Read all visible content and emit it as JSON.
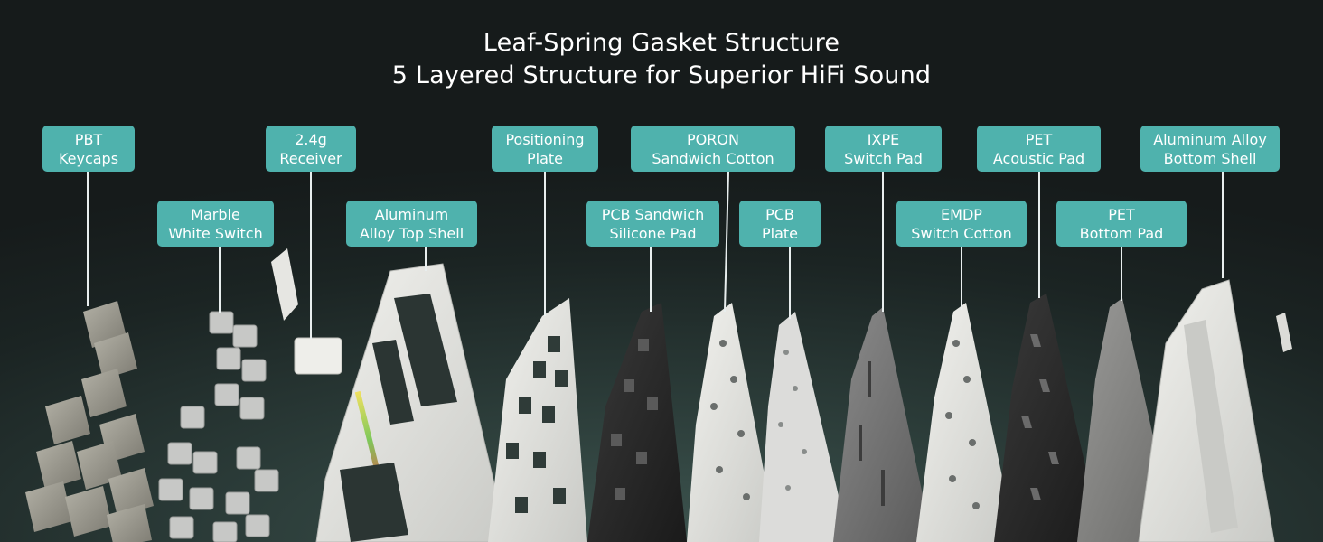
{
  "title": {
    "line1": "Leaf-Spring Gasket Structure",
    "line2": "5 Layered Structure for Superior HiFi Sound"
  },
  "labels": [
    {
      "id": "pbt-keycaps",
      "line1": "PBT",
      "line2": "Keycaps"
    },
    {
      "id": "marble-white-switch",
      "line1": "Marble",
      "line2": "White Switch"
    },
    {
      "id": "receiver",
      "line1": "2.4g",
      "line2": "Receiver"
    },
    {
      "id": "aluminum-alloy-top-shell",
      "line1": "Aluminum",
      "line2": "Alloy Top Shell"
    },
    {
      "id": "positioning-plate",
      "line1": "Positioning",
      "line2": "Plate"
    },
    {
      "id": "pcb-sandwich-silicone-pad",
      "line1": "PCB Sandwich",
      "line2": "Silicone Pad"
    },
    {
      "id": "poron-sandwich-cotton",
      "line1": "PORON",
      "line2": "Sandwich Cotton"
    },
    {
      "id": "pcb-plate",
      "line1": "PCB",
      "line2": "Plate"
    },
    {
      "id": "ixpe-switch-pad",
      "line1": "IXPE",
      "line2": "Switch Pad"
    },
    {
      "id": "emdp-switch-cotton",
      "line1": "EMDP",
      "line2": "Switch Cotton"
    },
    {
      "id": "pet-acoustic-pad",
      "line1": "PET",
      "line2": "Acoustic Pad"
    },
    {
      "id": "pet-bottom-pad",
      "line1": "PET",
      "line2": "Bottom Pad"
    },
    {
      "id": "aluminum-alloy-bottom-shell",
      "line1": "Aluminum Alloy",
      "line2": "Bottom Shell"
    }
  ],
  "colors": {
    "label_bg": "#4fb2ad",
    "label_text": "#ffffff",
    "background_dark": "#161b1b",
    "background_teal": "#3d544f"
  }
}
